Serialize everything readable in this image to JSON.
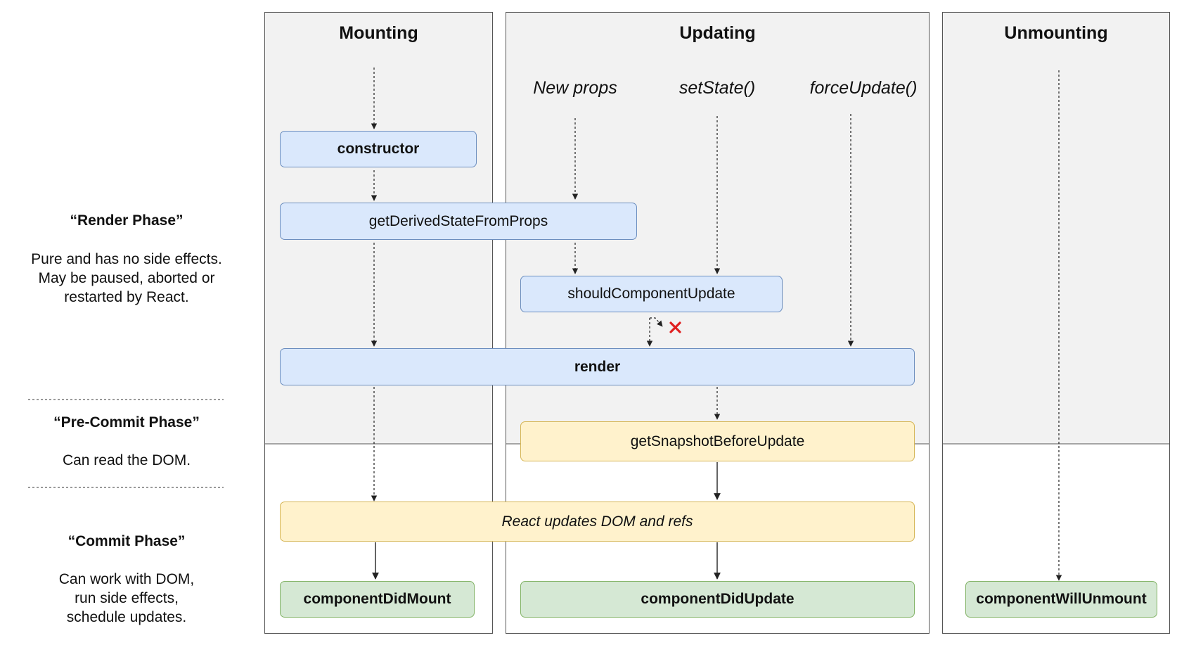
{
  "columns": {
    "mounting": "Mounting",
    "updating": "Updating",
    "unmounting": "Unmounting"
  },
  "triggers": {
    "new_props": "New props",
    "set_state": "setState()",
    "force_update": "forceUpdate()"
  },
  "nodes": {
    "constructor": "constructor",
    "get_derived_state_from_props": "getDerivedStateFromProps",
    "should_component_update": "shouldComponentUpdate",
    "render": "render",
    "get_snapshot_before_update": "getSnapshotBeforeUpdate",
    "react_updates_dom": "React updates DOM and refs",
    "component_did_mount": "componentDidMount",
    "component_did_update": "componentDidUpdate",
    "component_will_unmount": "componentWillUnmount"
  },
  "phases": {
    "render": {
      "title": "“Render Phase”",
      "description": "Pure and has no side effects.\nMay be paused, aborted or\nrestarted by React."
    },
    "pre_commit": {
      "title": "“Pre-Commit Phase”",
      "description": "Can read the DOM."
    },
    "commit": {
      "title": "“Commit Phase”",
      "description": "Can work with DOM,\nrun side effects,\nschedule updates."
    }
  },
  "colors": {
    "render_node_fill": "#dae8fc",
    "commit_node_fill": "#fff2cc",
    "lifecycle_end_fill": "#d5e8d4",
    "render_phase_shade": "#f2f2f2",
    "stop_mark": "#e02020"
  }
}
